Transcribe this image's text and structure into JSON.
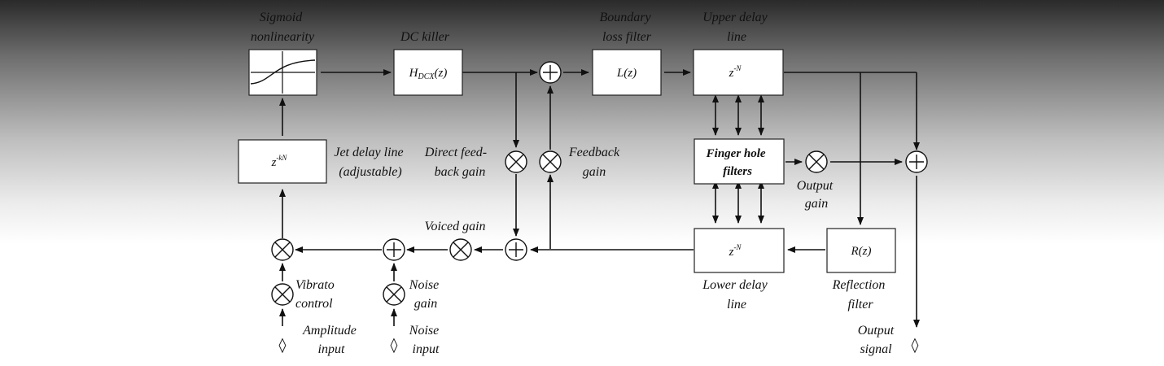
{
  "blocks": {
    "sigmoid": {
      "caption": [
        "Sigmoid",
        "nonlinearity"
      ]
    },
    "dc_killer": {
      "caption": [
        "DC killer"
      ],
      "text": "H",
      "sub": "DCX",
      "tail": "(z)"
    },
    "loss_filter": {
      "caption": [
        "Boundary",
        "loss filter"
      ],
      "text": "L(z)"
    },
    "upper_delay": {
      "caption": [
        "Upper delay",
        "line"
      ],
      "text": "z",
      "sup": "-N"
    },
    "jet_delay": {
      "caption": [
        "Jet delay line",
        "(adjustable)"
      ],
      "text": "z",
      "sup": "-kN"
    },
    "finger_holes": {
      "lines": [
        "Finger hole",
        "filters"
      ]
    },
    "lower_delay": {
      "caption": [
        "Lower delay",
        "line"
      ],
      "text": "z",
      "sup": "-N"
    },
    "reflection": {
      "caption": [
        "Reflection",
        "filter"
      ],
      "text": "R(z)"
    }
  },
  "gains": {
    "direct_feedback": [
      "Direct feed-",
      "back gain"
    ],
    "feedback": [
      "Feedback",
      "gain"
    ],
    "output": [
      "Output",
      "gain"
    ],
    "voiced": [
      "Voiced gain"
    ],
    "vibrato": [
      "Vibrato",
      "control"
    ],
    "noise": [
      "Noise",
      "gain"
    ]
  },
  "io": {
    "amplitude_input": [
      "Amplitude",
      "input"
    ],
    "noise_input": [
      "Noise",
      "input"
    ],
    "output_signal": [
      "Output",
      "signal"
    ],
    "port_glyph": "◊"
  },
  "colors": {
    "line": "#111111",
    "box_fill": "#ffffff"
  }
}
